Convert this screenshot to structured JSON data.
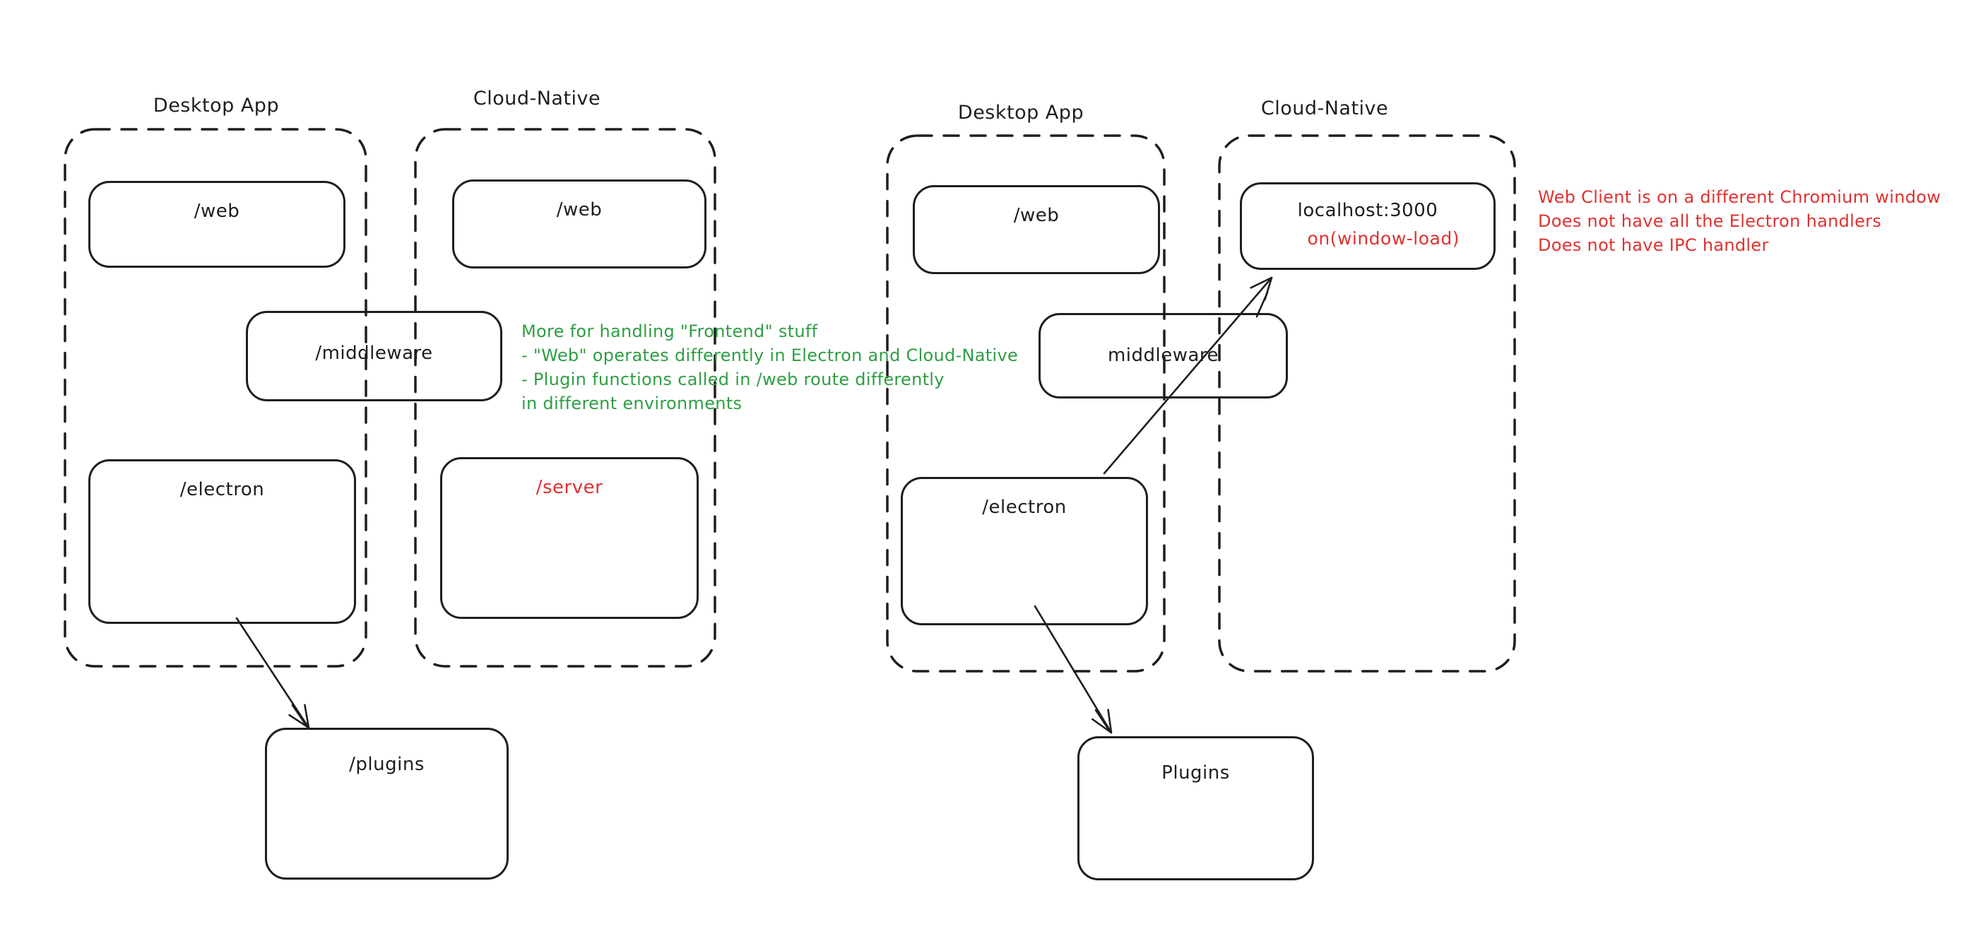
{
  "left_diagram": {
    "desktop_container_label": "Desktop App",
    "cloud_container_label": "Cloud-Native",
    "desktop_web_box": "/web",
    "cloud_web_box": "/web",
    "middleware_box": "/middleware",
    "electron_box": "/electron",
    "server_box": "/server",
    "plugins_box": "/plugins",
    "green_note_lines": [
      "More for handling \"Frontend\" stuff",
      "- \"Web\" operates differently in Electron and Cloud-Native",
      "- Plugin functions called in /web route differently",
      "in different environments"
    ]
  },
  "right_diagram": {
    "desktop_container_label": "Desktop App",
    "cloud_container_label": "Cloud-Native",
    "desktop_web_box": "/web",
    "localhost_box": "localhost:3000",
    "localhost_box_event": "on(window-load)",
    "middleware_box": "middleware",
    "electron_box": "/electron",
    "plugins_box": "Plugins",
    "red_note_lines": [
      "Web Client is on a different Chromium window",
      "Does not have all the Electron handlers",
      "Does not have IPC handler"
    ]
  },
  "colors": {
    "stroke": "#1e1e1e",
    "red": "#e03131",
    "green": "#2f9e44",
    "canvas": "#ffffff"
  }
}
